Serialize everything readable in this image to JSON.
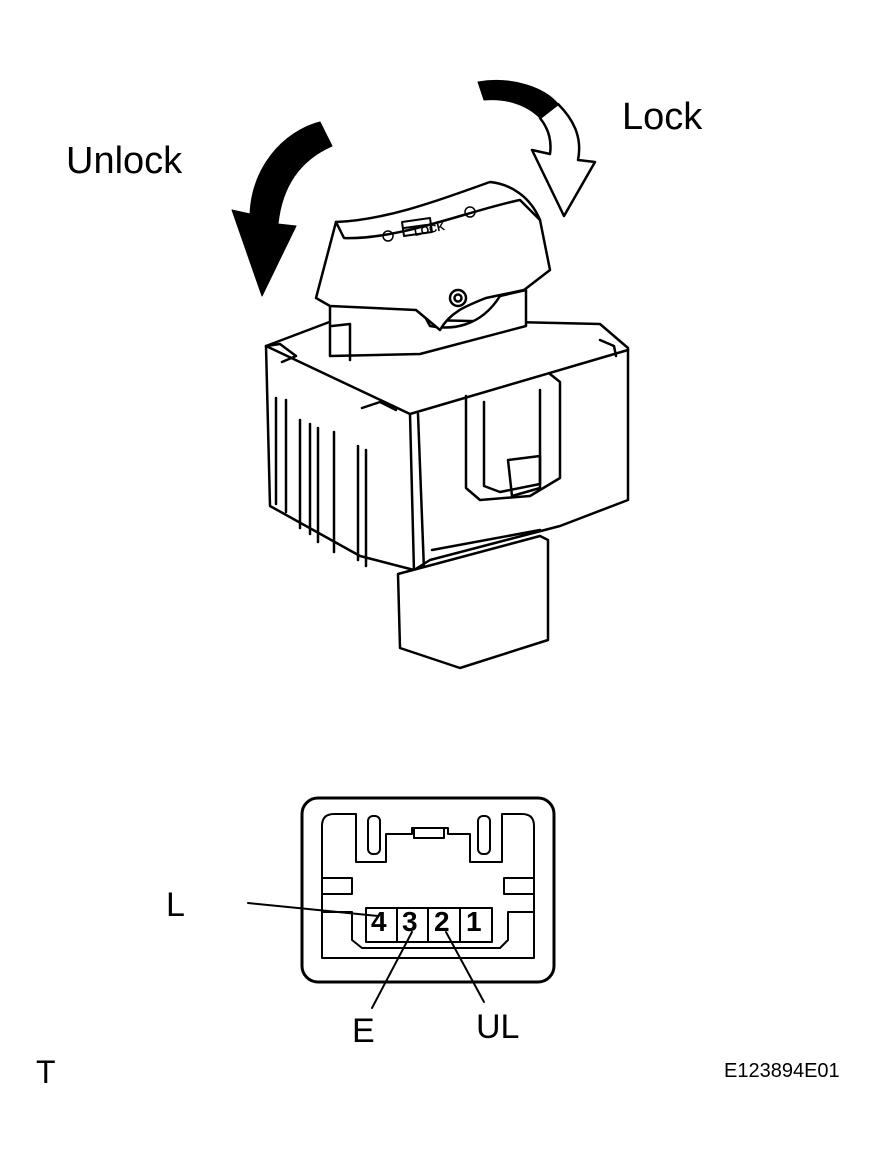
{
  "labels": {
    "unlock": "Unlock",
    "lock": "Lock",
    "switch_face": "LOCK",
    "terminal_L": "L",
    "terminal_E": "E",
    "terminal_UL": "UL",
    "view_mark": "T",
    "figure_code": "E123894E01"
  },
  "connector": {
    "pins": [
      "4",
      "3",
      "2",
      "1"
    ]
  }
}
